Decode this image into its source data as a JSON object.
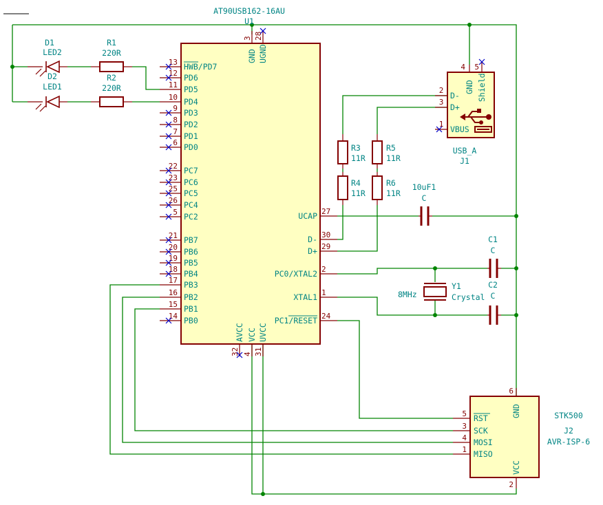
{
  "u1": {
    "part": "AT90USB162-16AU",
    "ref": "U1",
    "left_pins": [
      {
        "num": "13",
        "name": "HWB/PD7"
      },
      {
        "num": "12",
        "name": "PD6"
      },
      {
        "num": "11",
        "name": "PD5"
      },
      {
        "num": "10",
        "name": "PD4"
      },
      {
        "num": "9",
        "name": "PD3"
      },
      {
        "num": "8",
        "name": "PD2"
      },
      {
        "num": "7",
        "name": "PD1"
      },
      {
        "num": "6",
        "name": "PD0"
      },
      {
        "num": "22",
        "name": "PC7"
      },
      {
        "num": "23",
        "name": "PC6"
      },
      {
        "num": "25",
        "name": "PC5"
      },
      {
        "num": "26",
        "name": "PC4"
      },
      {
        "num": "5",
        "name": "PC2"
      },
      {
        "num": "21",
        "name": "PB7"
      },
      {
        "num": "20",
        "name": "PB6"
      },
      {
        "num": "19",
        "name": "PB5"
      },
      {
        "num": "18",
        "name": "PB4"
      },
      {
        "num": "17",
        "name": "PB3"
      },
      {
        "num": "16",
        "name": "PB2"
      },
      {
        "num": "15",
        "name": "PB1"
      },
      {
        "num": "14",
        "name": "PB0"
      }
    ],
    "right_pins": [
      {
        "num": "27",
        "name": "UCAP"
      },
      {
        "num": "30",
        "name": "D-"
      },
      {
        "num": "29",
        "name": "D+"
      },
      {
        "num": "2",
        "name": "PC0/XTAL2"
      },
      {
        "num": "1",
        "name": "XTAL1"
      },
      {
        "num": "24",
        "name": "PC1/RESET"
      }
    ],
    "top_pins": [
      {
        "num": "3",
        "name": "GND"
      },
      {
        "num": "28",
        "name": "UGND"
      }
    ],
    "bottom_pins": [
      {
        "num": "32",
        "name": "AVCC"
      },
      {
        "num": "4",
        "name": "VCC"
      },
      {
        "num": "31",
        "name": "UVCC"
      }
    ]
  },
  "leds": [
    {
      "ref": "D1",
      "value": "LED2"
    },
    {
      "ref": "D2",
      "value": "LED1"
    }
  ],
  "resistors": [
    {
      "ref": "R1",
      "value": "220R"
    },
    {
      "ref": "R2",
      "value": "220R"
    },
    {
      "ref": "R3",
      "value": "11R"
    },
    {
      "ref": "R4",
      "value": "11R"
    },
    {
      "ref": "R5",
      "value": "11R"
    },
    {
      "ref": "R6",
      "value": "11R"
    }
  ],
  "usb": {
    "ref": "J1",
    "value": "USB_A",
    "pins": [
      {
        "num": "4",
        "name": "GND"
      },
      {
        "num": "5",
        "name": "Shield"
      },
      {
        "num": "2",
        "name": "D-"
      },
      {
        "num": "3",
        "name": "D+"
      },
      {
        "num": "1",
        "name": "VBUS"
      }
    ]
  },
  "caps": [
    {
      "ref": "10uF1",
      "value": "C"
    },
    {
      "ref": "C1",
      "value": "C"
    },
    {
      "ref": "C2",
      "value": "C"
    }
  ],
  "crystal": {
    "ref": "Y1",
    "value": "Crystal",
    "freq": "8MHz"
  },
  "isp": {
    "ref": "J2",
    "value": "AVR-ISP-6",
    "label": "STK500",
    "pins": [
      {
        "num": "5",
        "name": "RST"
      },
      {
        "num": "3",
        "name": "SCK"
      },
      {
        "num": "4",
        "name": "MOSI"
      },
      {
        "num": "1",
        "name": "MISO"
      },
      {
        "num": "6",
        "name": "GND"
      },
      {
        "num": "2",
        "name": "VCC"
      }
    ]
  },
  "colors": {
    "wire": "#008400",
    "body_stroke": "#840000",
    "body_fill": "#ffffc2",
    "label": "#008484",
    "noconnect": "#0000c8"
  }
}
